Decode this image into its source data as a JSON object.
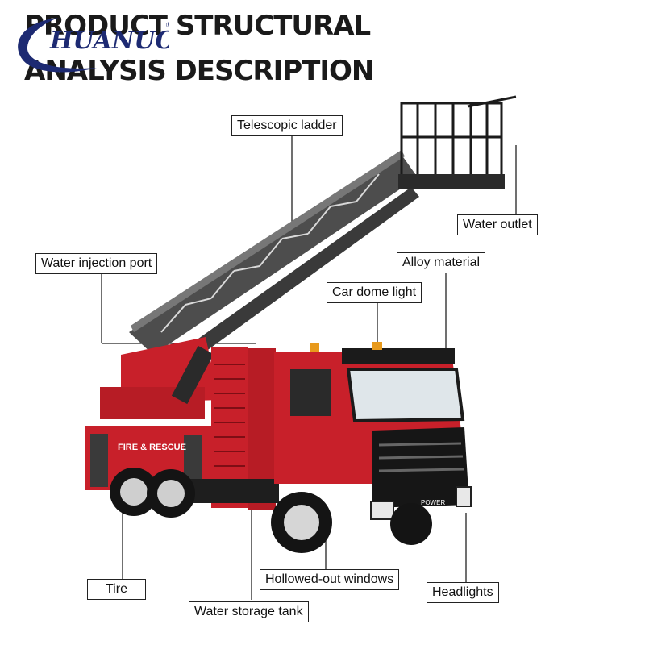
{
  "logo": {
    "text": "HUANUO",
    "mark": "®"
  },
  "header": {
    "line1": "PRODUCT STRUCTURAL",
    "line2": "ANALYSIS DESCRIPTION"
  },
  "truck": {
    "side_text": "FIRE & RESCUE",
    "grille_text": "POWER"
  },
  "labels": {
    "telescopic_ladder": "Telescopic ladder",
    "water_outlet": "Water outlet",
    "water_injection_port": "Water injection port",
    "alloy_material": "Alloy material",
    "car_dome_light": "Car dome light",
    "tire": "Tire",
    "hollowed_out_windows": "Hollowed-out windows",
    "headlights": "Headlights",
    "water_storage_tank": "Water storage tank"
  },
  "colors": {
    "truck_red": "#c8202a",
    "dark_red": "#8e1219",
    "black": "#1b1b1b",
    "ladder_gray": "#5a5a5a",
    "logo_blue": "#1d2a72"
  }
}
